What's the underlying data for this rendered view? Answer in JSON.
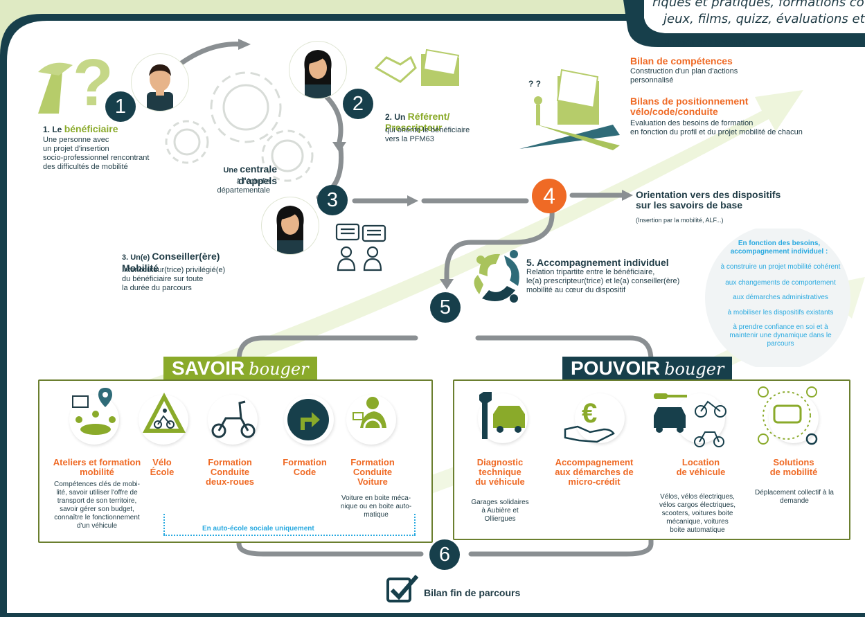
{
  "top_right": {
    "line1": "riques et pratiques, formations co",
    "line2": "jeux, films, quizz, évaluations et b",
    "section_title": "4. Evaluation des besoins"
  },
  "step1": {
    "number": "1",
    "prefix": "1. Le ",
    "title": "bénéficiaire",
    "text": "Une personne avec\nun projet d'insertion\nsocio-professionnel rencontrant\ndes difficultés de mobilité"
  },
  "step2": {
    "number": "2",
    "prefix": "2. Un ",
    "title": "Référent/\nPrescripteur",
    "text": "qui oriente le bénéficiaire\nvers la PFM63"
  },
  "central": {
    "prefix": "Une ",
    "title": "centrale\nd'appels",
    "text": "à l'échelle\ndépartementale"
  },
  "step3": {
    "number": "3",
    "prefix": "3. Un(e) ",
    "title": "Conseiller(ère)\nMobilité",
    "text": "Interlocuteur(trice) privilégié(e)\ndu bénéficiaire sur toute\nla durée du parcours"
  },
  "step4": {
    "number": "4",
    "bilan1_title": "Bilan de compétences",
    "bilan1_text": "Construction d'un plan d'actions\npersonnalisé",
    "bilan2_title": "Bilans de positionnement\nvélo/code/conduite",
    "bilan2_text": "Evaluation des besoins de formation\nen fonction du profil et du projet mobilité de chacun",
    "orientation_title": "Orientation vers des dispositifs\nsur les savoirs de base",
    "orientation_text": "(Insertion par la mobilité, ALF...)"
  },
  "step5": {
    "number": "5",
    "title": "5. Accompagnement individuel",
    "text": "Relation tripartite entre le bénéficiaire,\nle(a) prescripteur(trice) et le(a) conseiller(ère)\nmobilité au cœur du dispositif",
    "needs_title": "En fonction des besoins,\naccompagnement individuel :",
    "needs": [
      "à construire un projet mobilité cohérent",
      "aux changements de comportement",
      "aux démarches administratives",
      "à mobiliser les dispositifs existants",
      "à prendre confiance en soi et à\nmaintenir une dynamique dans le\nparcours"
    ]
  },
  "savoir": {
    "banner_bold": "SAVOIR",
    "banner_script": "bouger",
    "items": [
      {
        "title": "Ateliers et formation\nmobilité",
        "text": "Compétences clés de mobi-\nlité, savoir utiliser l'offre de\ntransport de son territoire,\nsavoir gérer son budget,\nconnaître le fonctionnement\nd'un véhicule"
      },
      {
        "title": "Vélo\nÉcole",
        "text": ""
      },
      {
        "title": "Formation\nConduite\ndeux-roues",
        "text": ""
      },
      {
        "title": "Formation\nCode",
        "text": ""
      },
      {
        "title": "Formation\nConduite\nVoiture",
        "text": "Voiture en boite méca-\nnique ou en boite auto-\nmatique"
      }
    ],
    "note": "En auto-école sociale uniquement"
  },
  "pouvoir": {
    "banner_bold": "POUVOIR",
    "banner_script": "bouger",
    "items": [
      {
        "title": "Diagnostic\ntechnique\ndu véhicule",
        "text": "Garages solidaires\nà Aubière et\nOlliergues"
      },
      {
        "title": "Accompagnement\naux démarches de\nmicro-crédit",
        "text": ""
      },
      {
        "title": "Location\nde véhicule",
        "text": "Vélos, vélos électriques,\nvélos cargos électriques,\nscooters, voitures boite\nmécanique, voitures\nboite automatique"
      },
      {
        "title": "Solutions\nde mobilité",
        "text": "Déplacement collectif à la\ndemande"
      }
    ]
  },
  "step6": {
    "number": "6",
    "title": "Bilan fin de parcours"
  },
  "colors": {
    "dark": "#173f4b",
    "orange": "#ef6a25",
    "green": "#8aaa2a",
    "blue": "#28a9e0"
  }
}
